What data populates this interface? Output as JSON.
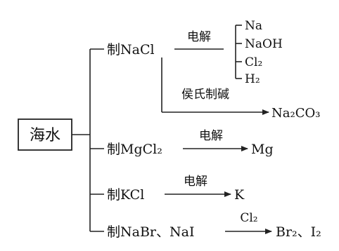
{
  "source": {
    "label": "海水"
  },
  "branches": [
    {
      "product_label": "制NaCl",
      "routes": [
        {
          "condition": "电解",
          "results": [
            "Na",
            "NaOH",
            "Cl₂",
            "H₂"
          ]
        },
        {
          "condition": "侯氏制碱",
          "results": [
            "Na₂CO₃"
          ]
        }
      ]
    },
    {
      "product_label": "制MgCl₂",
      "routes": [
        {
          "condition": "电解",
          "results": [
            "Mg"
          ]
        }
      ]
    },
    {
      "product_label": "制KCl",
      "routes": [
        {
          "condition": "电解",
          "results": [
            "K"
          ]
        }
      ]
    },
    {
      "product_label": "制NaBr、NaI",
      "routes": [
        {
          "condition": "Cl₂",
          "results": [
            "Br₂、I₂"
          ]
        }
      ]
    }
  ],
  "colors": {
    "line": "#222222",
    "text": "#111111",
    "background": "#ffffff"
  }
}
